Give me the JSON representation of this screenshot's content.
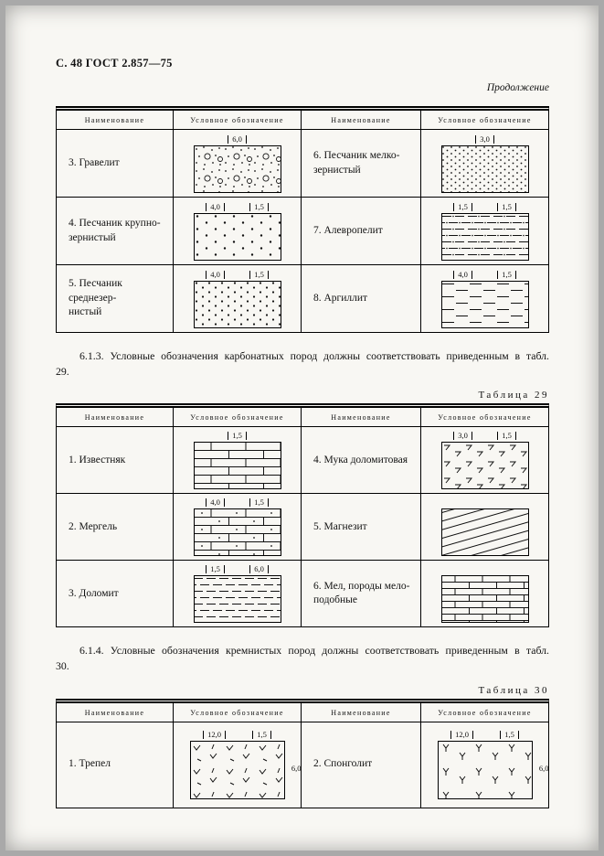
{
  "page": {
    "header": "С. 48 ГОСТ 2.857—75",
    "continuation": "Продолжение"
  },
  "columns": {
    "name": "Наименование",
    "designation": "Условное обозначение"
  },
  "sections": [
    {
      "text": "6.1.3. Условные обозначения карбонатных пород должны соответствовать приведенным в табл. 29."
    },
    {
      "text": "6.1.4. Условные обозначения кремнистых пород должны соответствовать приведенным в табл. 30."
    }
  ],
  "tables": [
    {
      "rows": [
        {
          "left": {
            "name": "3. Гравелит",
            "pattern": "gravelite",
            "dims": [
              "6,0"
            ]
          },
          "right": {
            "name": "6. Песчаник мелко-\nзернистый",
            "pattern": "sandstone-fine-grained",
            "dims": [
              "3,0"
            ]
          }
        },
        {
          "left": {
            "name": "4. Песчаник крупно-\nзернистый",
            "pattern": "sandstone-coarse-grained",
            "dims": [
              "4,0",
              "1,5"
            ]
          },
          "right": {
            "name": "7. Алевропелит",
            "pattern": "aleuropelite",
            "dims": [
              "1,5",
              "1,5"
            ]
          }
        },
        {
          "left": {
            "name": "5. Песчаник среднезер-\nнистый",
            "pattern": "sandstone-medium-grained",
            "dims": [
              "4,0",
              "1,5"
            ]
          },
          "right": {
            "name": "8. Аргиллит",
            "pattern": "argillite",
            "dims": [
              "4,0",
              "1,5"
            ]
          }
        }
      ]
    },
    {
      "caption": "Таблица 29",
      "rows": [
        {
          "left": {
            "name": "1. Известняк",
            "pattern": "limestone",
            "dims": [
              "1,5"
            ]
          },
          "right": {
            "name": "4. Мука доломитовая",
            "pattern": "dolomite-flour",
            "dims": [
              "3,0",
              "1,5"
            ]
          }
        },
        {
          "left": {
            "name": "2. Мергель",
            "pattern": "marl",
            "dims": [
              "4,0",
              "1,5"
            ]
          },
          "right": {
            "name": "5. Магнезит",
            "pattern": "magnesite",
            "dims": []
          }
        },
        {
          "left": {
            "name": "3. Доломит",
            "pattern": "dolomite",
            "dims": [
              "1,5",
              "6,0"
            ]
          },
          "right": {
            "name": "6. Мел, породы мело-\nподобные",
            "pattern": "chalk",
            "dims": []
          }
        }
      ]
    },
    {
      "caption": "Таблица 30",
      "rows": [
        {
          "left": {
            "name": "1. Трепел",
            "pattern": "tripoli",
            "dims": [
              "12,0",
              "1,5"
            ],
            "side_dim": "6,0"
          },
          "right": {
            "name": "2. Спонголит",
            "pattern": "spongolite",
            "dims": [
              "12,0",
              "1,5"
            ],
            "side_dim": "6,0"
          }
        }
      ]
    }
  ]
}
